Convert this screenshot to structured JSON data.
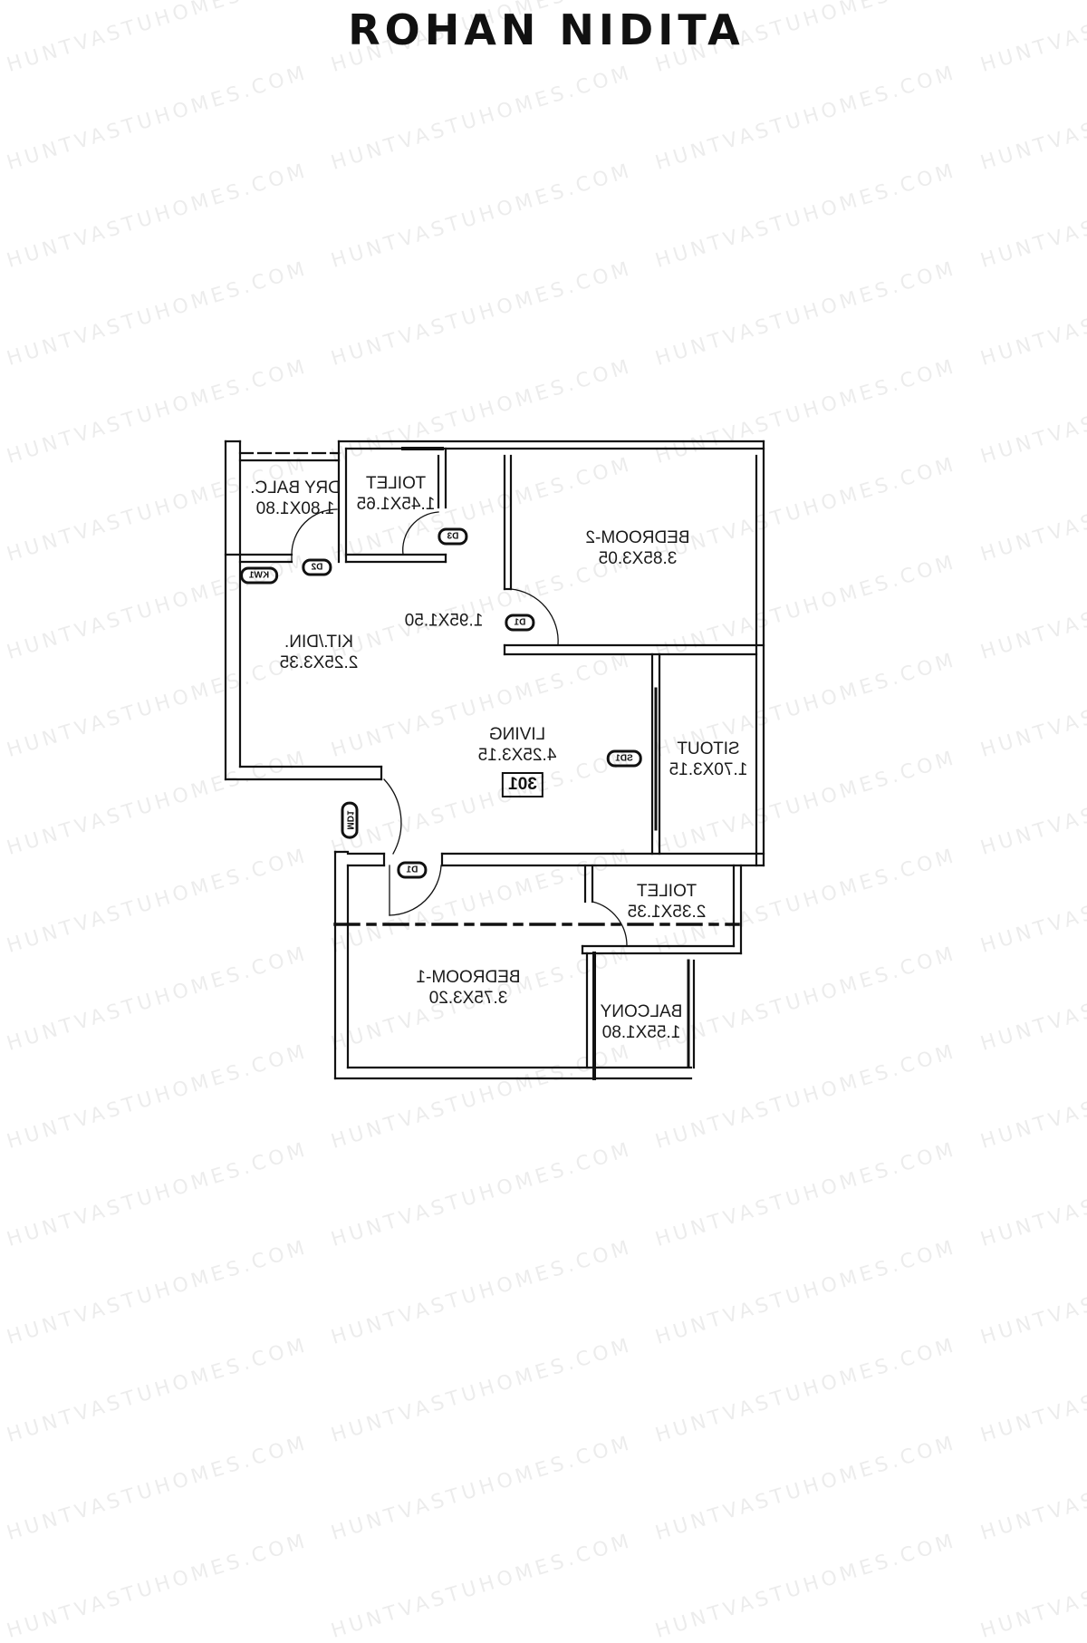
{
  "title": "ROHAN NIDITA",
  "watermark": "HUNTVASTUHOMES.COM",
  "unit_number": "301",
  "rooms": {
    "dry_balcony": {
      "name": "DRY BALC.",
      "size": "1.80X1.80"
    },
    "toilet_1": {
      "name": "TOILET",
      "size": "1.45X1.65"
    },
    "bedroom_2": {
      "name": "BEDROOM-2",
      "size": "3.85X3.05"
    },
    "passage": {
      "name": "",
      "size": "1.95X1.50"
    },
    "kitchen_dining": {
      "name": "KIT./DIN.",
      "size": "2.25X3.35"
    },
    "living": {
      "name": "LIVING",
      "size": "4.25X3.15"
    },
    "sitout": {
      "name": "SITOUT",
      "size": "1.70X3.15"
    },
    "toilet_2": {
      "name": "TOILET",
      "size": "2.35X1.35"
    },
    "bedroom_1": {
      "name": "BEDROOM-1",
      "size": "3.75X3.20"
    },
    "balcony": {
      "name": "BALCONY",
      "size": "1.55X1.80"
    }
  },
  "door_tags": {
    "d1_bedroom2": "D1",
    "d1_bedroom1": "D1",
    "d2": "D2",
    "d3": "D3",
    "kw": "KW1",
    "md": "MD1",
    "sd": "SD1"
  },
  "colors": {
    "wall": "#111111",
    "background": "#ffffff",
    "watermark": "#ececec"
  }
}
